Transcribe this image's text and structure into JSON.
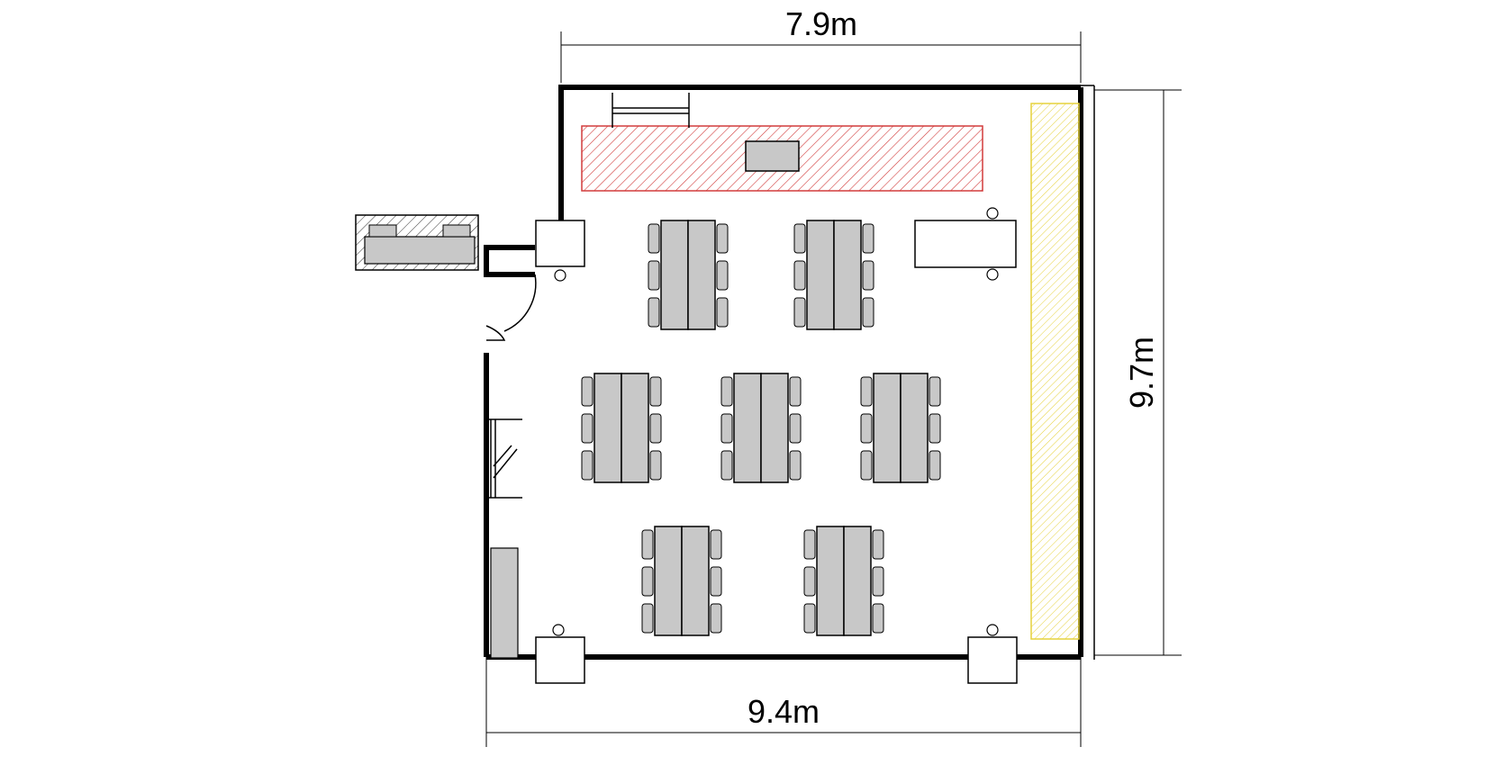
{
  "floorplan": {
    "dimensions": {
      "top": "7.9m",
      "right": "9.7m",
      "bottom": "9.4m"
    },
    "table_group_count": 7,
    "colors": {
      "wall": "#000000",
      "table_fill": "#c8c8c8",
      "stage_hatch": "#d23c3c",
      "window_hatch": "#e6d23c"
    }
  }
}
